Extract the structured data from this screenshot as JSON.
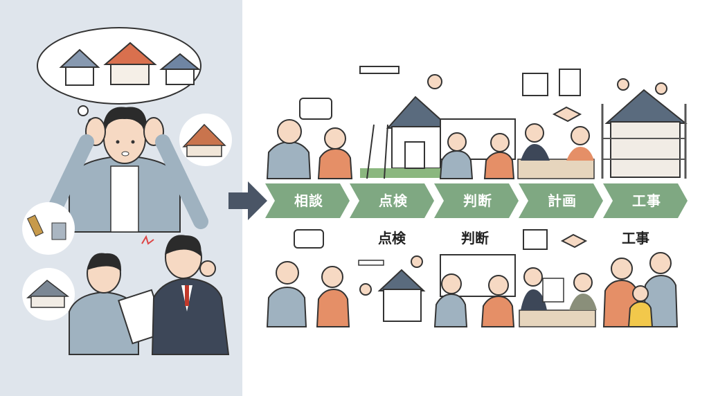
{
  "steps": [
    {
      "label": "相談"
    },
    {
      "label": "点検"
    },
    {
      "label": "判断"
    },
    {
      "label": "計画"
    },
    {
      "label": "工事"
    }
  ],
  "sub_labels": {
    "inspection": "点検",
    "decision": "判断",
    "construction": "工事"
  },
  "colors": {
    "left_panel": "#dfe5ec",
    "chevron": "#7fa882",
    "arrow": "#4a5566"
  }
}
